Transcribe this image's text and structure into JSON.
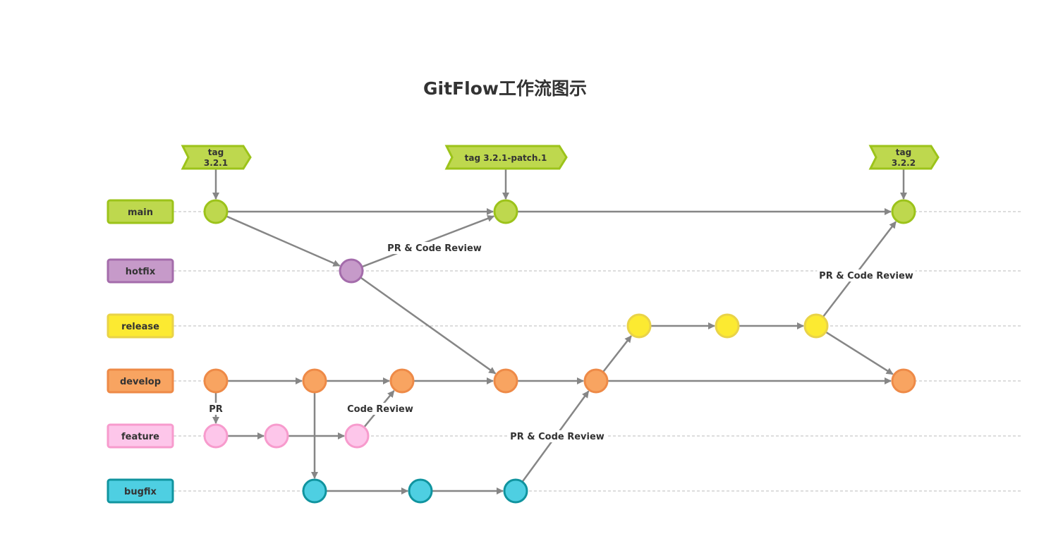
{
  "title": "GitFlow工作流图示",
  "colors": {
    "main": {
      "fill": "#bed84e",
      "stroke": "#9cc31a"
    },
    "hotfix": {
      "fill": "#c69ac9",
      "stroke": "#a46cab"
    },
    "release": {
      "fill": "#fcea31",
      "stroke": "#e9d348"
    },
    "develop": {
      "fill": "#f8a461",
      "stroke": "#ee8a47"
    },
    "feature": {
      "fill": "#fdc6ea",
      "stroke": "#f79bcd"
    },
    "bugfix": {
      "fill": "#4ecfe2",
      "stroke": "#10949f"
    },
    "arrow": "#868686",
    "laneline": "#bbbbbb"
  },
  "branches": [
    {
      "id": "main",
      "label": "main"
    },
    {
      "id": "hotfix",
      "label": "hotfix"
    },
    {
      "id": "release",
      "label": "release"
    },
    {
      "id": "develop",
      "label": "develop"
    },
    {
      "id": "feature",
      "label": "feature"
    },
    {
      "id": "bugfix",
      "label": "bugfix"
    }
  ],
  "tags": [
    {
      "id": "tag1",
      "lines": [
        "tag",
        "3.2.1"
      ],
      "commit": "m1"
    },
    {
      "id": "tag2",
      "lines": [
        "tag 3.2.1-patch.1"
      ],
      "commit": "m2"
    },
    {
      "id": "tag3",
      "lines": [
        "tag",
        "3.2.2"
      ],
      "commit": "m3"
    }
  ],
  "commits": [
    {
      "id": "m1",
      "branch": "main"
    },
    {
      "id": "m2",
      "branch": "main"
    },
    {
      "id": "m3",
      "branch": "main"
    },
    {
      "id": "h1",
      "branch": "hotfix"
    },
    {
      "id": "r1",
      "branch": "release"
    },
    {
      "id": "r2",
      "branch": "release"
    },
    {
      "id": "r3",
      "branch": "release"
    },
    {
      "id": "d1",
      "branch": "develop"
    },
    {
      "id": "d2",
      "branch": "develop"
    },
    {
      "id": "d3",
      "branch": "develop"
    },
    {
      "id": "d4",
      "branch": "develop"
    },
    {
      "id": "d5",
      "branch": "develop"
    },
    {
      "id": "d6",
      "branch": "develop"
    },
    {
      "id": "f1",
      "branch": "feature"
    },
    {
      "id": "f2",
      "branch": "feature"
    },
    {
      "id": "f3",
      "branch": "feature"
    },
    {
      "id": "b1",
      "branch": "bugfix"
    },
    {
      "id": "b2",
      "branch": "bugfix"
    },
    {
      "id": "b3",
      "branch": "bugfix"
    }
  ],
  "edges": [
    {
      "from": "m1",
      "to": "m2"
    },
    {
      "from": "m2",
      "to": "m3"
    },
    {
      "from": "m1",
      "to": "h1"
    },
    {
      "from": "h1",
      "to": "m2",
      "label": "PR & Code Review"
    },
    {
      "from": "h1",
      "to": "d4"
    },
    {
      "from": "d1",
      "to": "d2"
    },
    {
      "from": "d2",
      "to": "d3"
    },
    {
      "from": "d3",
      "to": "d4"
    },
    {
      "from": "d4",
      "to": "d5"
    },
    {
      "from": "d5",
      "to": "d6"
    },
    {
      "from": "d1",
      "to": "f1",
      "label": "PR"
    },
    {
      "from": "f1",
      "to": "f2"
    },
    {
      "from": "f2",
      "to": "f3"
    },
    {
      "from": "f3",
      "to": "d3",
      "label": "Code Review"
    },
    {
      "from": "d2",
      "to": "b1"
    },
    {
      "from": "b1",
      "to": "b2"
    },
    {
      "from": "b2",
      "to": "b3"
    },
    {
      "from": "b3",
      "to": "d5",
      "label": "PR & Code Review"
    },
    {
      "from": "d5",
      "to": "r1"
    },
    {
      "from": "r1",
      "to": "r2"
    },
    {
      "from": "r2",
      "to": "r3"
    },
    {
      "from": "r3",
      "to": "m3",
      "label": "PR & Code Review"
    },
    {
      "from": "r3",
      "to": "d6"
    }
  ]
}
